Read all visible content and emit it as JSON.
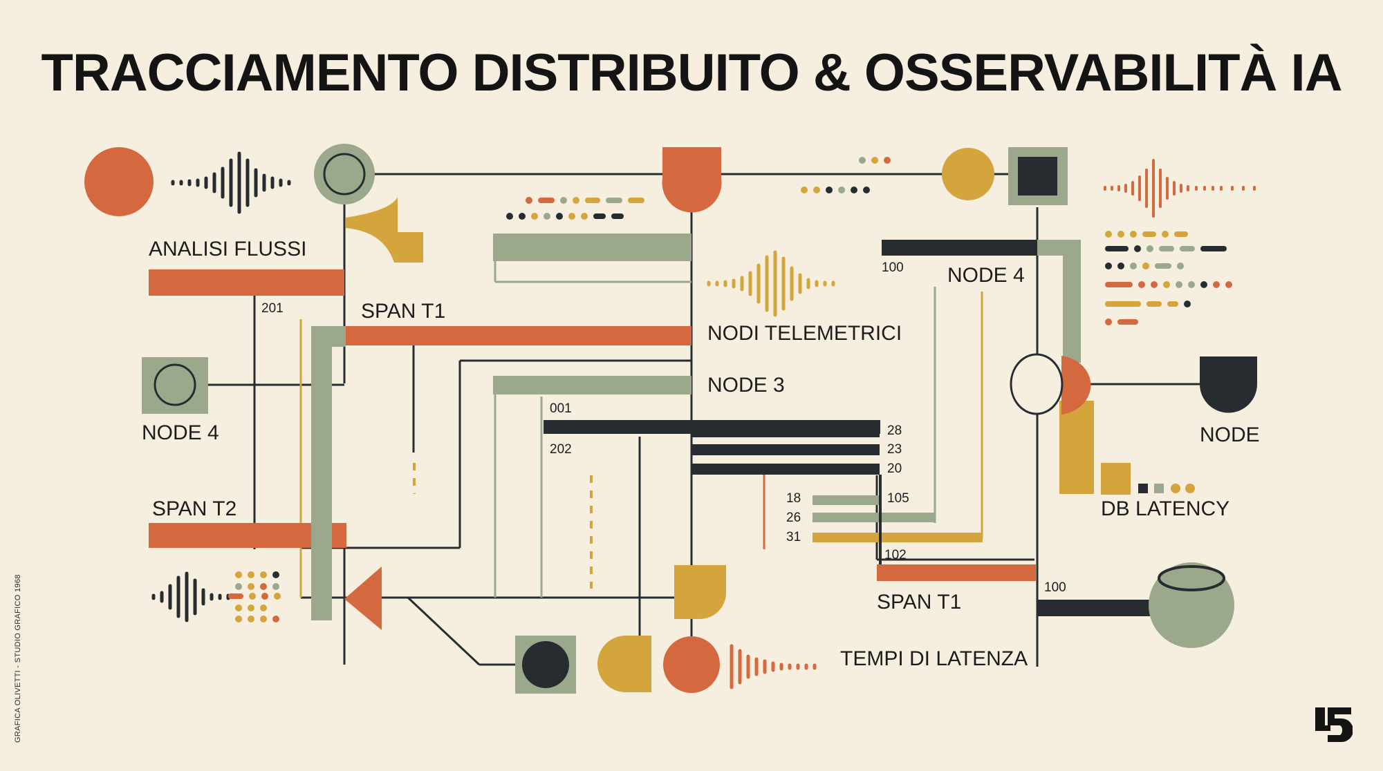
{
  "title": "TRACCIAMENTO DISTRIBUITO & OSSERVABILITÀ IA",
  "colors": {
    "background": "#f6eedf",
    "orange": "#d4683e",
    "mustard": "#d4a53c",
    "sage": "#9ba88b",
    "dark": "#262c2f"
  },
  "labels": {
    "analisi_flussi": "ANALISI FLUSSI",
    "span_t1_left": "SPAN T1",
    "node4_left": "NODE 4",
    "span_t2": "SPAN T2",
    "nodi_telemetrici": "NODI TELEMETRICI",
    "node3": "NODE 3",
    "node4_right": "NODE 4",
    "node": "NODE",
    "db_latency": "DB LATENCY",
    "span_t1_right": "SPAN T1",
    "tempi_di_latenza": "TEMPI DI LATENZA"
  },
  "numbers": {
    "n201": "201",
    "n001": "001",
    "n202": "202",
    "n100_top": "100",
    "n28": "28",
    "n23": "23",
    "n20": "20",
    "n18": "18",
    "n26": "26",
    "n31": "31",
    "n105": "105",
    "n102": "102",
    "n100_bottom": "100"
  },
  "credit": "GRAFICA OLIVETTI - STUDIO GRAFICO 1968",
  "logo": "studio-monogram"
}
